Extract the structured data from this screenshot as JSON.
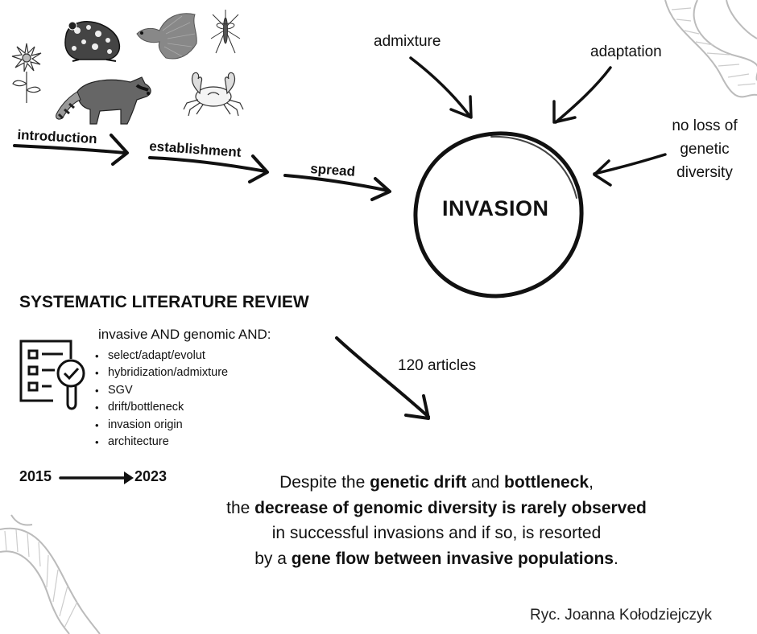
{
  "stages": {
    "introduction": "introduction",
    "establishment": "establishment",
    "spread": "spread"
  },
  "invasion": {
    "title": "INVASION",
    "admixture": "admixture",
    "adaptation": "adaptation",
    "diversity": "no loss of genetic diversity"
  },
  "review": {
    "title": "SYSTEMATIC LITERATURE REVIEW",
    "query_title": "invasive AND genomic AND:",
    "query_terms": [
      "select/adapt/evolut",
      "hybridization/admixture",
      "SGV",
      "drift/bottleneck",
      "invasion origin",
      "architecture"
    ],
    "result": "120 articles",
    "year_start": "2015",
    "year_end": "2023"
  },
  "conclusion": {
    "line1": [
      "Despite the ",
      "genetic drift",
      " and ",
      "bottleneck",
      ","
    ],
    "line2": [
      "the ",
      "decrease of genomic diversity is rarely observed"
    ],
    "line3": [
      "in successful invasions and if so, is resorted"
    ],
    "line4": [
      "by a ",
      "gene flow between invasive populations",
      "."
    ]
  },
  "credit": "Ryc. Joanna Kołodziejczyk",
  "icons": {
    "organisms": [
      "flower-icon",
      "frog-icon",
      "betta-fish-icon",
      "mosquito-icon",
      "raccoon-icon",
      "crab-icon"
    ],
    "review": "checklist-magnifier-icon",
    "decor": [
      "dna-helix-icon"
    ]
  }
}
